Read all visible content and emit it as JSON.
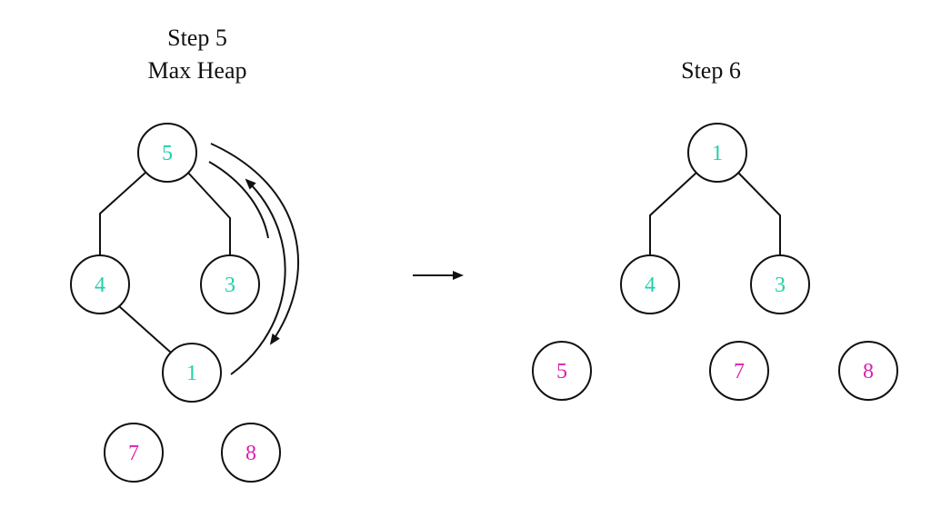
{
  "colors": {
    "heap": "#1fd1a8",
    "sorted": "#dd1faf",
    "stroke": "#111111"
  },
  "step5": {
    "title_line1": "Step 5",
    "title_line2": "Max Heap",
    "nodes": {
      "root": "5",
      "left": "4",
      "right": "3",
      "left_left": "1",
      "sorted_a": "7",
      "sorted_b": "8"
    }
  },
  "step6": {
    "title": "Step 6",
    "nodes": {
      "root": "1",
      "left": "4",
      "right": "3",
      "sorted_a": "5",
      "sorted_b": "7",
      "sorted_c": "8"
    }
  }
}
